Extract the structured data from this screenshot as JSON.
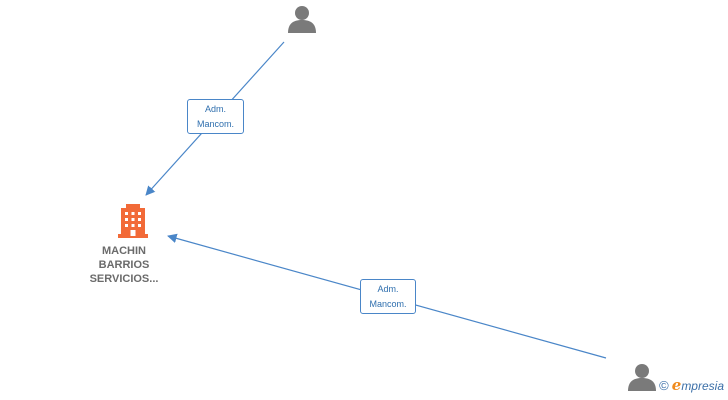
{
  "nodes": {
    "company": {
      "label_lines": [
        "MACHIN",
        "BARRIOS",
        "SERVICIOS..."
      ]
    },
    "person_top": {
      "icon": "person-icon"
    },
    "person_bottom": {
      "icon": "person-icon"
    }
  },
  "edges": [
    {
      "label_lines": [
        "Adm.",
        "Mancom."
      ]
    },
    {
      "label_lines": [
        "Adm.",
        "Mancom."
      ]
    }
  ],
  "colors": {
    "edge": "#4a86c8",
    "company_icon": "#f26a38",
    "person_icon": "#7a7a7a",
    "label_text": "#6b6b6b"
  },
  "brand": {
    "copyright": "©",
    "initial": "e",
    "rest": "mpresia"
  }
}
